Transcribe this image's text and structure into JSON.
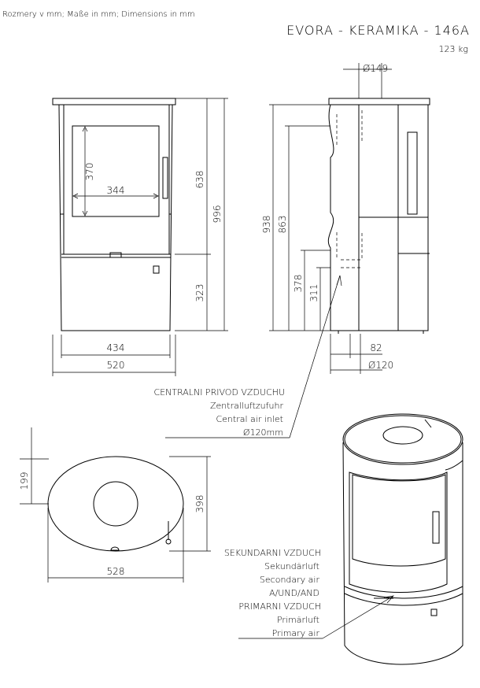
{
  "header": {
    "units_note": "Rozmery v mm; Maße in mm; Dimensions in mm",
    "model_title": "EVORA - KERAMIKA - 146A",
    "weight": "123 kg"
  },
  "front_view": {
    "glass_height": "370",
    "glass_width": "344",
    "upper_height": "638",
    "total_height": "996",
    "lower_height": "323",
    "inner_width": "434",
    "total_width": "520"
  },
  "side_view": {
    "flue_diameter": "Ø149",
    "height_938": "938",
    "height_863": "863",
    "height_378": "378",
    "height_311": "311",
    "offset_82": "82",
    "inlet_diameter": "Ø120"
  },
  "air_inlet_note": {
    "line_cz": "CENTRALNI PRIVOD VZDUCHU",
    "line_de": "Zentralluftzufuhr",
    "line_en": "Central air inlet",
    "line_size": "Ø120mm"
  },
  "top_view": {
    "depth_199": "199",
    "depth_398": "398",
    "width_528": "528"
  },
  "air_labels": {
    "secondary_cz": "SEKUNDARNI VZDUCH",
    "secondary_de": "Sekundärluft",
    "secondary_en": "Secondary air",
    "and": "A/UND/AND",
    "primary_cz": "PRIMARNI VZDUCH",
    "primary_de": "Primärluft",
    "primary_en": "Primary air"
  }
}
